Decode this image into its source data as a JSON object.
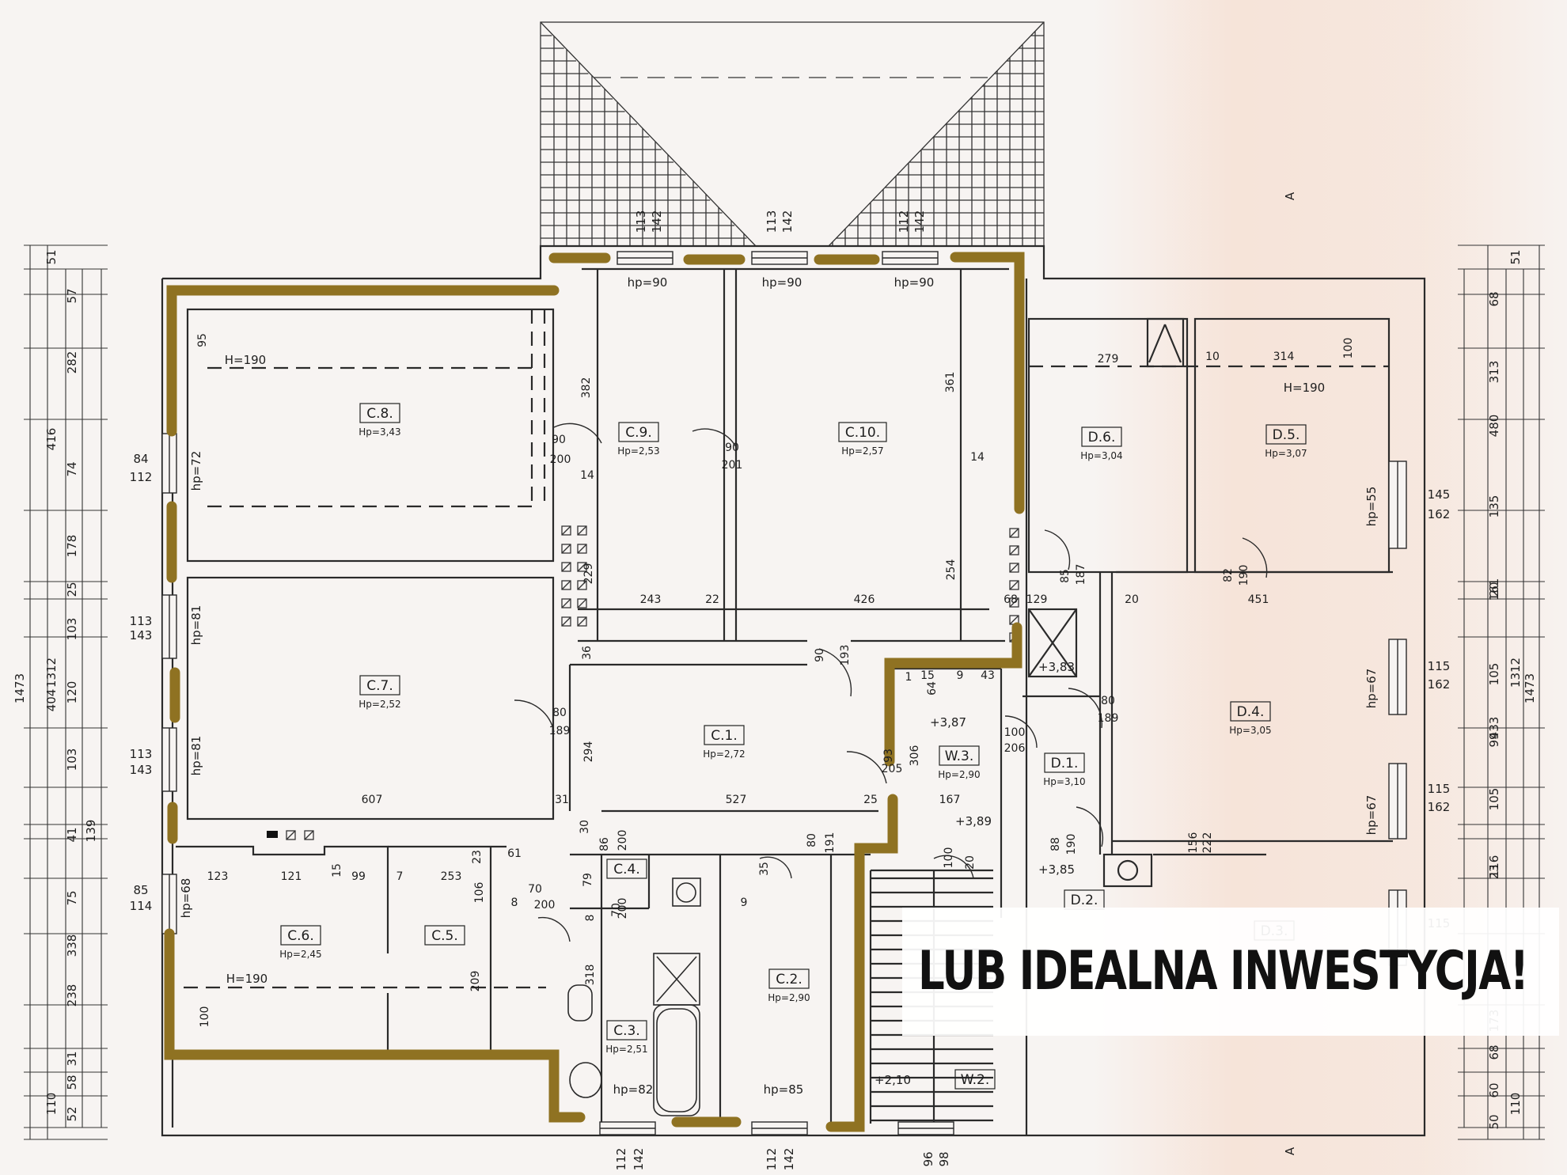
{
  "rooms": [
    {
      "id": "c8",
      "label": "C.8.",
      "height": "Hp=3,43"
    },
    {
      "id": "c9",
      "label": "C.9.",
      "height": "Hp=2,53"
    },
    {
      "id": "c10",
      "label": "C.10.",
      "height": "Hp=2,57"
    },
    {
      "id": "c7",
      "label": "C.7.",
      "height": "Hp=2,52"
    },
    {
      "id": "c1",
      "label": "C.1.",
      "height": "Hp=2,72"
    },
    {
      "id": "c6",
      "label": "C.6.",
      "height": "Hp=2,45"
    },
    {
      "id": "c5",
      "label": "C.5.",
      "height": ""
    },
    {
      "id": "c4",
      "label": "C.4.",
      "height": ""
    },
    {
      "id": "c3",
      "label": "C.3.",
      "height": "Hp=2,51"
    },
    {
      "id": "c2",
      "label": "C.2.",
      "height": "Hp=2,90"
    },
    {
      "id": "w3",
      "label": "W.3.",
      "height": "Hp=2,90"
    },
    {
      "id": "w2",
      "label": "W.2.",
      "height": ""
    },
    {
      "id": "d6",
      "label": "D.6.",
      "height": "Hp=3,04"
    },
    {
      "id": "d5",
      "label": "D.5.",
      "height": "Hp=3,07"
    },
    {
      "id": "d4",
      "label": "D.4.",
      "height": "Hp=3,05"
    },
    {
      "id": "d1",
      "label": "D.1.",
      "height": "Hp=3,10"
    },
    {
      "id": "d2",
      "label": "D.2.",
      "height": ""
    },
    {
      "id": "d3",
      "label": "D.3.",
      "height": ""
    }
  ],
  "window_sills": [
    "hp=90",
    "hp=90",
    "hp=90",
    "hp=72",
    "hp=81",
    "hp=81",
    "hp=68",
    "hp=82",
    "hp=85",
    "hp=55",
    "hp=67",
    "hp=67"
  ],
  "levels": [
    "+3,83",
    "+3,87",
    "+3,89",
    "+3,85",
    "+2,10"
  ],
  "ceiling_heights": [
    "H=190",
    "H=190",
    "H=190"
  ],
  "section_marks": [
    "A",
    "A"
  ],
  "dimensions": {
    "left_outer": [
      "51",
      "57",
      "282",
      "416",
      "74",
      "178",
      "25",
      "103",
      "404",
      "120",
      "103",
      "41",
      "139",
      "75",
      "338",
      "238",
      "31",
      "58",
      "52",
      "110",
      "1312",
      "1473"
    ],
    "right_outer": [
      "51",
      "68",
      "313",
      "480",
      "135",
      "161",
      "20",
      "105",
      "433",
      "99",
      "105",
      "1312",
      "1473",
      "116",
      "23",
      "173",
      "68",
      "60",
      "50",
      "110"
    ],
    "window_left": [
      "84",
      "112",
      "113",
      "143",
      "113",
      "143",
      "85",
      "114"
    ],
    "window_right": [
      "145",
      "162",
      "115",
      "162",
      "115",
      "162",
      "115"
    ],
    "window_top": [
      "113",
      "142",
      "113",
      "142",
      "112",
      "142"
    ],
    "window_bottom": [
      "112",
      "142",
      "112",
      "142",
      "96",
      "98"
    ],
    "interior": [
      "95",
      "90",
      "200",
      "382",
      "14",
      "90",
      "201",
      "361",
      "14",
      "229",
      "243",
      "22",
      "426",
      "254",
      "68",
      "36",
      "90",
      "193",
      "80",
      "189",
      "294",
      "607",
      "31",
      "527",
      "25",
      "93",
      "205",
      "306",
      "167",
      "30",
      "86",
      "200",
      "80",
      "191",
      "35",
      "9",
      "79",
      "70",
      "200",
      "8",
      "318",
      "123",
      "121",
      "15",
      "99",
      "7",
      "253",
      "23",
      "61",
      "106",
      "70",
      "200",
      "8",
      "209",
      "100",
      "279",
      "10",
      "314",
      "100",
      "85",
      "187",
      "129",
      "82",
      "190",
      "20",
      "451",
      "80",
      "189",
      "100",
      "206",
      "88",
      "190",
      "156",
      "222",
      "1",
      "15",
      "9",
      "43",
      "64",
      "100",
      "20"
    ]
  },
  "overlay_text": "LUB IDEALNA INWESTYCJA!",
  "colors": {
    "highlight": "#8f7222",
    "ink": "#222222",
    "paper": "#f7f4f2",
    "tint": "#f6d6c4"
  }
}
